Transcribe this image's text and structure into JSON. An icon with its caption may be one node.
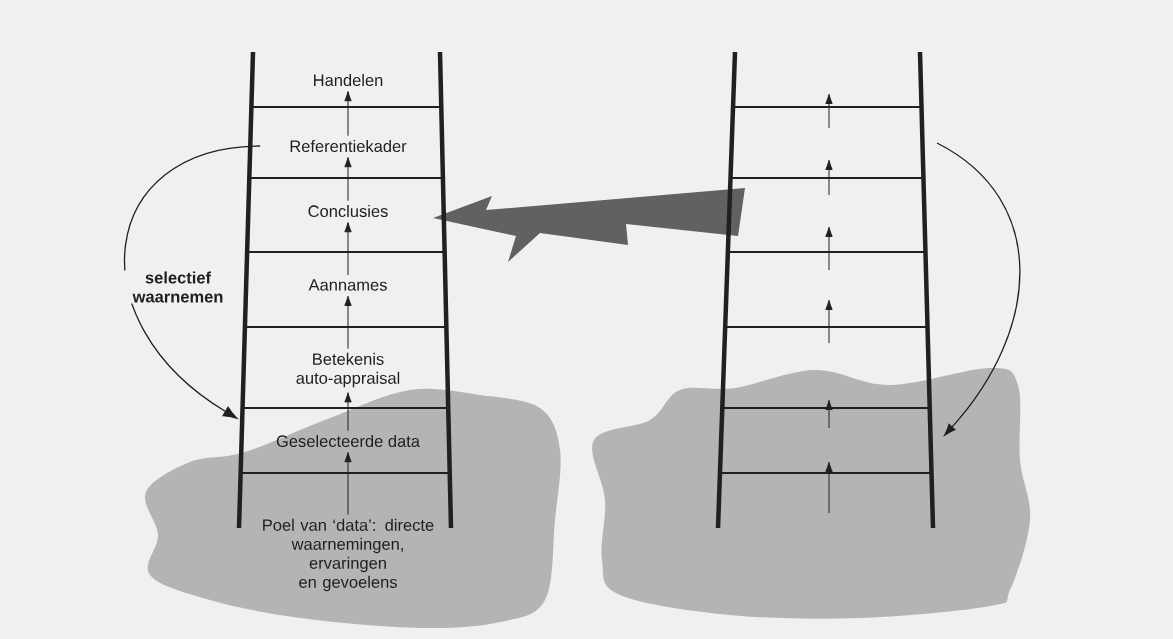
{
  "diagram": {
    "nodes": [
      {
        "text": [
          "Handelen"
        ]
      },
      {
        "text": [
          "Referentiekader"
        ]
      },
      {
        "text": [
          "Conclusies"
        ]
      },
      {
        "text": [
          "Aannames"
        ]
      },
      {
        "text": [
          "Betekenis auto-appraisal"
        ]
      },
      {
        "text": [
          "Geselecteerde data"
        ]
      },
      {
        "text": [
          "Poel van ‘data’: directe waarnemingen, ervaringen en gevoelens"
        ]
      }
    ],
    "edges": [
      {
        "from": 6,
        "to": 5,
        "arrow": "to"
      },
      {
        "from": 5,
        "to": 4,
        "arrow": "to"
      },
      {
        "from": 4,
        "to": 3,
        "arrow": "to"
      },
      {
        "from": 3,
        "to": 2,
        "arrow": "to"
      },
      {
        "from": 2,
        "to": 1,
        "arrow": "to"
      },
      {
        "from": 1,
        "to": 0,
        "arrow": "to"
      },
      {
        "from": 1,
        "to": 5,
        "arrow": "to",
        "label": "selectief waarnemen"
      }
    ]
  }
}
